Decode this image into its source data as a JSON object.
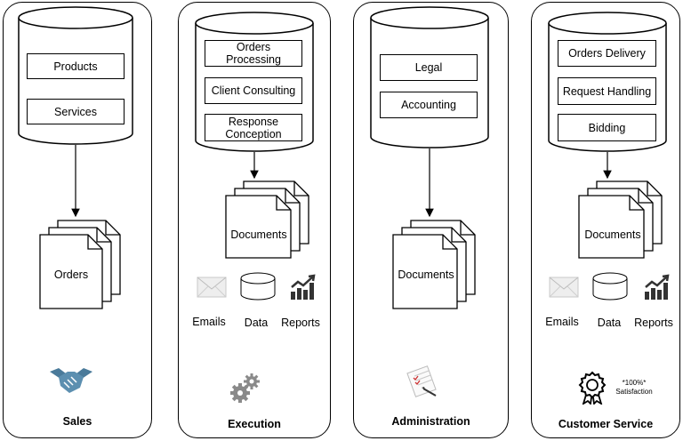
{
  "lanes": [
    {
      "title": "Sales",
      "db_items": [
        "Products",
        "Services"
      ],
      "document": "Orders",
      "tools": []
    },
    {
      "title": "Execution",
      "db_items": [
        "Orders Processing",
        "Client Consulting",
        "Response Conception"
      ],
      "document": "Documents",
      "tools": [
        "Emails",
        "Data",
        "Reports"
      ]
    },
    {
      "title": "Administration",
      "db_items": [
        "Legal",
        "Accounting"
      ],
      "document": "Documents",
      "tools": []
    },
    {
      "title": "Customer Service",
      "db_items": [
        "Orders Delivery",
        "Request Handling",
        "Bidding"
      ],
      "document": "Documents",
      "tools": [
        "Emails",
        "Data",
        "Reports"
      ],
      "badge": {
        "line1": "*100%*",
        "line2": "Satisfaction"
      }
    }
  ],
  "icons": {
    "sales": "handshake-icon",
    "execution": "gears-icon",
    "administration": "checklist-icon",
    "customer_service": "award-ribbon-icon",
    "emails": "envelope-icon",
    "data": "database-icon",
    "reports": "bar-chart-icon"
  },
  "colors": {
    "stroke": "#000000",
    "icon_blue": "#4a7a9a",
    "icon_gray": "#8a8a8a"
  }
}
